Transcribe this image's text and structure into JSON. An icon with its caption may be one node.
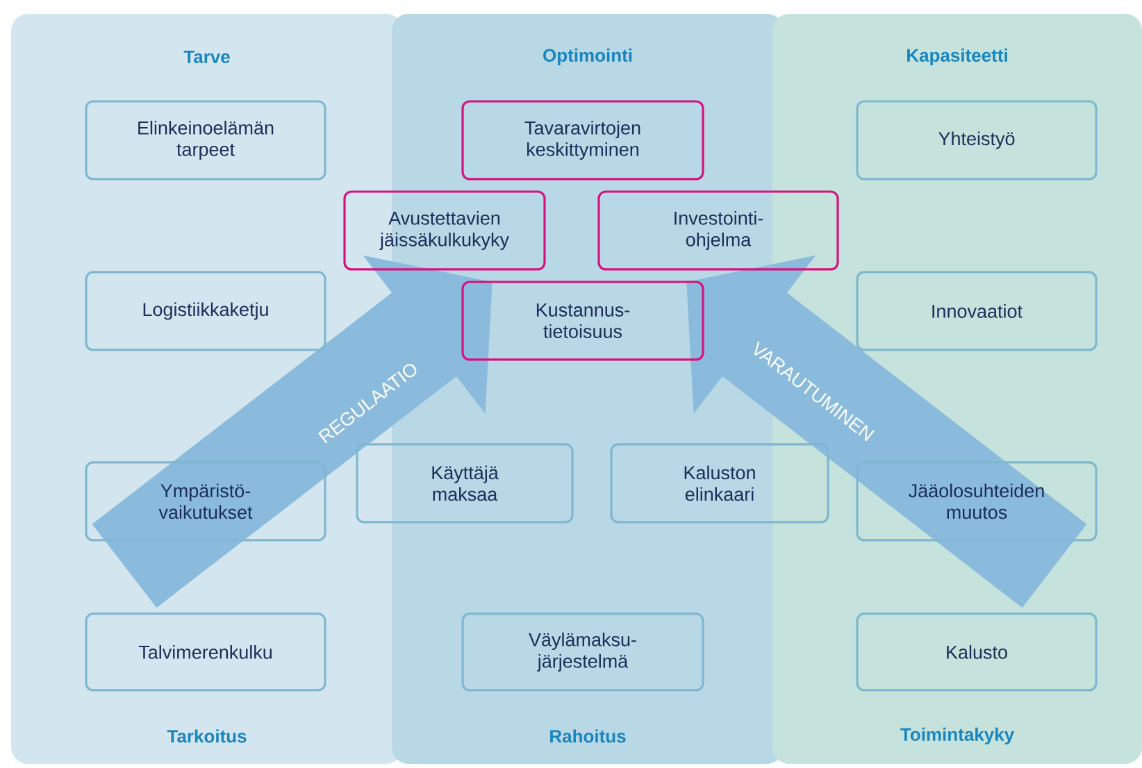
{
  "diagram": {
    "nodes": [
      {
        "text": [
          "Tarve",
          "Tarkoitus"
        ]
      },
      {
        "text": [
          "Optimointi",
          "Rahoitus"
        ]
      },
      {
        "text": [
          "Kapasiteetti",
          "Toimintakyky"
        ]
      },
      {
        "text": [
          "Elinkeinoelämän tarpeet"
        ],
        "in": 0
      },
      {
        "text": [
          "Logistiikkaketju"
        ],
        "in": 0
      },
      {
        "text": [
          "Ympäristö- vaikutukset"
        ],
        "in": 0
      },
      {
        "text": [
          "Talvimerenkulku"
        ],
        "in": 0
      },
      {
        "text": [
          "Tavaravirtojen keskittyminen"
        ],
        "in": 1
      },
      {
        "text": [
          "Avustettavien jäissäkulkukyky"
        ]
      },
      {
        "text": [
          "Investointi- ohjelma"
        ]
      },
      {
        "text": [
          "Kustannus- tietoisuus"
        ],
        "in": 1
      },
      {
        "text": [
          "Käyttäjä maksaa"
        ]
      },
      {
        "text": [
          "Kaluston elinkaari"
        ]
      },
      {
        "text": [
          "Väylämaksu- järjestelmä"
        ],
        "in": 1
      },
      {
        "text": [
          "Yhteistyö"
        ],
        "in": 2
      },
      {
        "text": [
          "Innovaatiot"
        ],
        "in": 2
      },
      {
        "text": [
          "Jääolosuhteiden muutos"
        ],
        "in": 2
      },
      {
        "text": [
          "Kalusto"
        ],
        "in": 2
      }
    ],
    "edges": [
      {
        "from": null,
        "to": 10,
        "arrow": "to",
        "label": "REGULAATIO",
        "style": "thick"
      },
      {
        "from": null,
        "to": 10,
        "arrow": "to",
        "label": "VARAUTUMINEN",
        "style": "thick"
      }
    ]
  }
}
